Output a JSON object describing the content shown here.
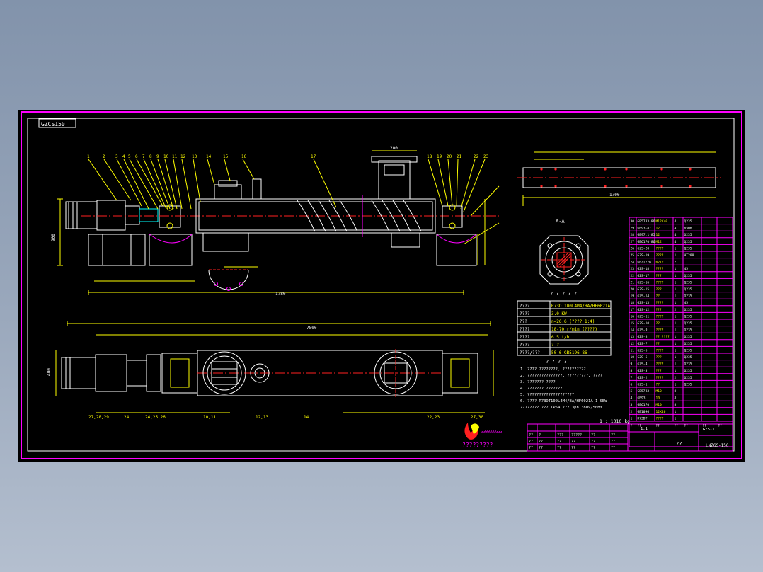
{
  "drawing": {
    "code_tag": "GZCS150",
    "view_label_a": "A-A",
    "scale_ratio": "1:1",
    "weight": "1 : 1010 kg",
    "drawing_number": "LNZGS-150",
    "sheet_title": "??",
    "revision_label": "GZS-1",
    "company_name": "?????????",
    "company_logo_text": "GGGGGGGGGG"
  },
  "dimensions": {
    "top_length": "1700",
    "plan_length": "7800",
    "side_length": "1780",
    "width_a": "400",
    "height_a": "900",
    "outlet": "200"
  },
  "tech_params": {
    "header": "? ? ? ? ?",
    "rows": [
      [
        "????",
        "R73DT100L4M4/BA/HF6021A"
      ],
      [
        "????",
        "3.0 KW"
      ],
      [
        "???",
        "n=26.6 (???? 1:4)"
      ],
      [
        "????",
        "18-70 r/min (????)"
      ],
      [
        "????",
        "6.5 t/h"
      ],
      [
        "????",
        "? ?"
      ],
      [
        "????/???",
        "50-6   GB5196-86"
      ]
    ]
  },
  "notes": {
    "header": "? ? ? ?",
    "lines": [
      "1. ???? ????????, ??????????",
      "2. ???????????????, ?????????, ????",
      "3. ??????? ????",
      "4. ??????? ???????",
      "5. ????????????????????",
      "6. ???? R73DT100L4M4/BA/HF6021A 1 SEW",
      "   ???????? ??? IP54  ??? 3ph  380V/50Hz"
    ]
  },
  "bom": {
    "rows": [
      [
        "30",
        "GB5783-86",
        "M12X40",
        "4",
        "Q235",
        "",
        ""
      ],
      [
        "29",
        "GB93-87",
        "12",
        "4",
        "65Mn",
        "",
        ""
      ],
      [
        "28",
        "GB97.1-85",
        "12",
        "4",
        "Q235",
        "",
        ""
      ],
      [
        "27",
        "GB6170-86",
        "M12",
        "4",
        "Q235",
        "",
        ""
      ],
      [
        "26",
        "GZS-20",
        "????",
        "1",
        "Q235",
        "",
        ""
      ],
      [
        "25",
        "GZS-19",
        "????",
        "1",
        "HT200",
        "",
        ""
      ],
      [
        "24",
        "GB/T276",
        "6212",
        "2",
        "",
        "",
        ""
      ],
      [
        "23",
        "GZS-18",
        "????",
        "1",
        "45",
        "",
        ""
      ],
      [
        "22",
        "GZS-17",
        "???",
        "1",
        "Q235",
        "",
        ""
      ],
      [
        "21",
        "GZS-16",
        "????",
        "1",
        "Q235",
        "",
        ""
      ],
      [
        "20",
        "GZS-15",
        "???",
        "1",
        "Q235",
        "",
        ""
      ],
      [
        "19",
        "GZS-14",
        "??",
        "1",
        "Q235",
        "",
        ""
      ],
      [
        "18",
        "GZS-13",
        "????",
        "1",
        "45",
        "",
        ""
      ],
      [
        "17",
        "GZS-12",
        "???",
        "2",
        "Q235",
        "",
        ""
      ],
      [
        "16",
        "GZS-11",
        "????",
        "1",
        "Q235",
        "",
        ""
      ],
      [
        "15",
        "GZS-10",
        "??",
        "1",
        "Q235",
        "",
        ""
      ],
      [
        "14",
        "GZS-9",
        "????",
        "1",
        "Q235",
        "",
        ""
      ],
      [
        "13",
        "GZS-8",
        "?? ????",
        "1",
        "Q235",
        "",
        ""
      ],
      [
        "12",
        "GZS-7",
        "??",
        "1",
        "Q235",
        "",
        ""
      ],
      [
        "11",
        "GZS-6",
        "????",
        "1",
        "Q235",
        "",
        ""
      ],
      [
        "10",
        "GZS-5",
        "???",
        "1",
        "Q235",
        "",
        ""
      ],
      [
        "9",
        "GZS-4",
        "????",
        "1",
        "Q235",
        "",
        ""
      ],
      [
        "8",
        "GZS-3",
        "???",
        "1",
        "Q235",
        "",
        ""
      ],
      [
        "7",
        "GZS-2",
        "????",
        "2",
        "Q235",
        "",
        ""
      ],
      [
        "6",
        "GZS-1",
        "??",
        "1",
        "Q235",
        "",
        ""
      ],
      [
        "5",
        "GB5783",
        "M10",
        "8",
        "",
        "",
        ""
      ],
      [
        "4",
        "GB93",
        "10",
        "8",
        "",
        "",
        ""
      ],
      [
        "3",
        "GB6170",
        "M10",
        "8",
        "",
        "",
        ""
      ],
      [
        "2",
        "GB1096",
        "12X40",
        "1",
        "",
        "",
        ""
      ],
      [
        "1",
        "R73DT",
        "????",
        "1",
        "",
        "",
        ""
      ]
    ],
    "header": [
      "?",
      "??",
      "??",
      "??",
      "??",
      "??",
      "??"
    ]
  },
  "title_block": {
    "rows": [
      [
        "??",
        "?",
        "???",
        "?????",
        "??",
        "??"
      ],
      [
        "??",
        "??",
        "??",
        "??",
        "??",
        "??"
      ],
      [
        "??",
        "??",
        "??",
        "??",
        "??",
        "??"
      ]
    ]
  },
  "callouts_top": [
    "1",
    "2",
    "3",
    "4",
    "5",
    "6",
    "7",
    "8",
    "9",
    "10",
    "11",
    "12",
    "13",
    "14",
    "15",
    "16",
    "17",
    "18",
    "19",
    "20",
    "21",
    "22",
    "23"
  ],
  "colors": {
    "frame": "#ff00ff",
    "line": "#ffffff",
    "yellow": "#ffff00",
    "red": "#ff2020",
    "cyan": "#00ffff",
    "green": "#00ff00"
  }
}
